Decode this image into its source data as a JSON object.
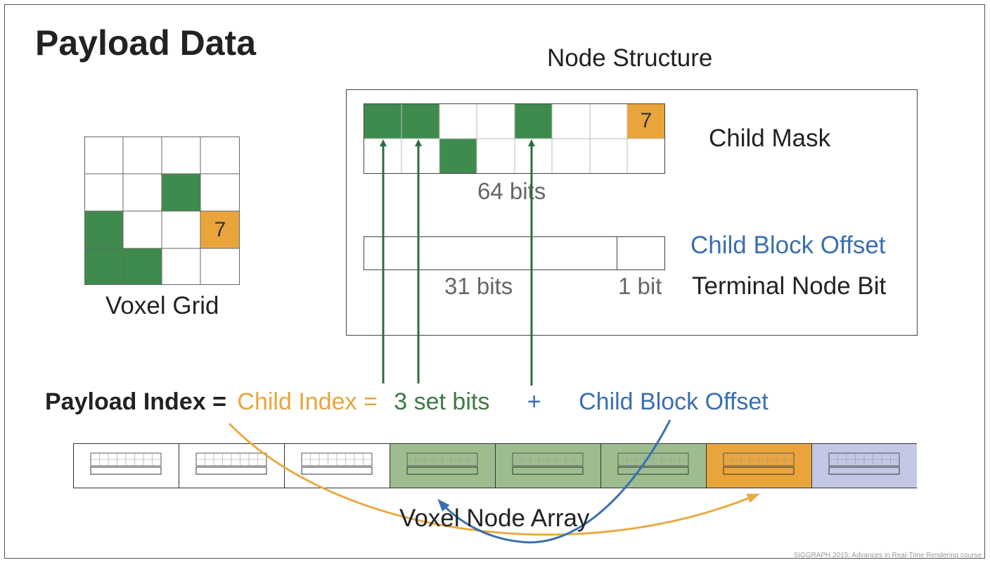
{
  "title": "Payload Data",
  "node_structure": {
    "label": "Node Structure",
    "child_mask_label": "Child Mask",
    "child_mask_bits": "64 bits",
    "child_block_offset_label": "Child Block Offset",
    "terminal_node_bit_label": "Terminal Node Bit",
    "offset_bits": "31 bits",
    "terminal_bits": "1 bit",
    "mask_value": "7"
  },
  "voxel_grid": {
    "label": "Voxel Grid",
    "value": "7"
  },
  "formula": {
    "payload_index": "Payload Index =",
    "child_index": "Child Index =",
    "set_bits": "3 set bits",
    "plus": "+",
    "child_block_offset": "Child Block Offset"
  },
  "voxel_node_array": {
    "label": "Voxel Node Array",
    "cells": [
      "white",
      "white",
      "white",
      "green",
      "green",
      "green",
      "orange",
      "blue"
    ]
  },
  "footer": "SIGGRAPH 2015: Advances in Real-Time Rendering course",
  "colors": {
    "green": "#3e8b4d",
    "orange": "#e9a53c",
    "blue": "#3a6fb0",
    "light_green": "#9dbd8f",
    "light_blue": "#c2c8e6",
    "arrow_green": "#2f6d3b",
    "curve_orange": "#e8aa45",
    "curve_blue": "#3a6fb0"
  }
}
